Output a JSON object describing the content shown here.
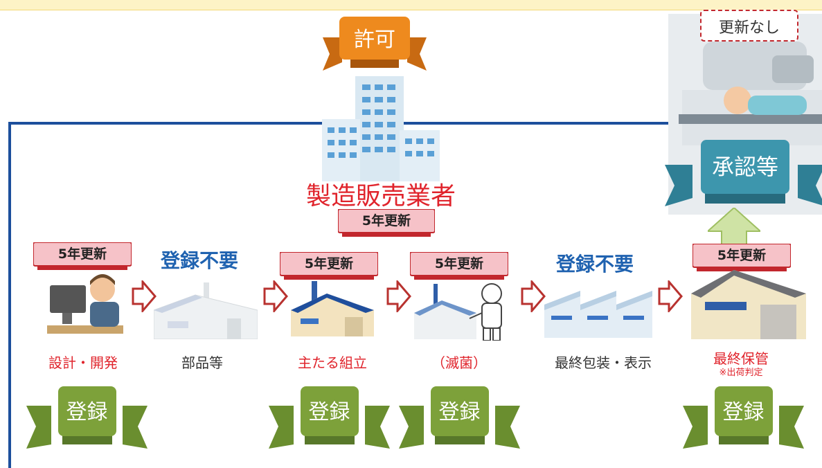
{
  "top_ribbon": {
    "label": "許可"
  },
  "manufacturer": {
    "label": "製造販売業者",
    "tag": "5年更新"
  },
  "approval": {
    "label": "承認等",
    "no_renewal": "更新なし"
  },
  "steps": [
    {
      "tag": "5年更新",
      "label": "設計・開発",
      "ribbon": "登録"
    },
    {
      "note": "登録不要",
      "label": "部品等"
    },
    {
      "tag": "5年更新",
      "label": "主たる組立",
      "ribbon": "登録"
    },
    {
      "tag": "5年更新",
      "label": "（滅菌）",
      "ribbon": "登録"
    },
    {
      "note": "登録不要",
      "label": "最終包装・表示"
    },
    {
      "tag": "5年更新",
      "label": "最終保管",
      "sub": "※出荷判定",
      "ribbon": "登録"
    }
  ],
  "colors": {
    "frame": "#1c4f9c",
    "orange_ribbon": "#ee8a1e",
    "teal_ribbon": "#3d96ad",
    "green_ribbon": "#7da13a",
    "red_text": "#e0242c",
    "blue_text": "#1f62b0",
    "tag_fill": "#f6c2c8",
    "arrow": "#b8322f"
  }
}
